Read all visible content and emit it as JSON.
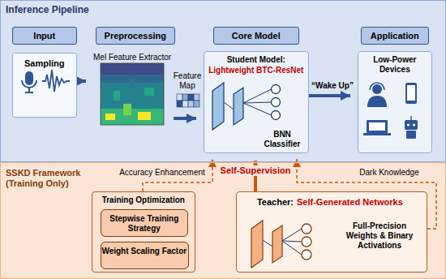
{
  "diagram": {
    "nodes": [
      {
        "text": [
          "Inference Pipeline"
        ]
      },
      {
        "text": [
          "Input"
        ],
        "in": 0
      },
      {
        "text": [
          "Preprocessing"
        ],
        "in": 0
      },
      {
        "text": [
          "Core Model"
        ],
        "in": 0
      },
      {
        "text": [
          "Application"
        ],
        "in": 0
      },
      {
        "text": [
          "Sampling"
        ],
        "in": 0
      },
      {
        "text": [
          "Mel Feature Extractor"
        ],
        "in": 0
      },
      {
        "text": [
          "Student Model:",
          "Lightweight BTC-ResNet",
          "BNN Classifier"
        ],
        "in": 0
      },
      {
        "text": [
          "Low-Power Devices"
        ],
        "in": 0
      },
      {
        "text": [
          "SSKD Framework (Training Only)"
        ]
      },
      {
        "text": [
          "Training Optimization"
        ],
        "in": 9
      },
      {
        "text": [
          "Stepwise Training Strategy"
        ],
        "in": 10
      },
      {
        "text": [
          "Weight Scaling Factor"
        ],
        "in": 10
      },
      {
        "text": [
          "Teacher:",
          "Self-Generated Networks",
          "Full-Precision Weights & Binary Activations"
        ],
        "in": 9
      }
    ],
    "edges": [
      {
        "from": 5,
        "to": 6,
        "arrow": "to"
      },
      {
        "from": 6,
        "to": 7,
        "label": "Feature Map",
        "arrow": "to"
      },
      {
        "from": 7,
        "to": 8,
        "label": "“Wake Up”",
        "arrow": "to"
      },
      {
        "from": 10,
        "to": 7,
        "label": "Accuracy Enhancement",
        "arrow": "to"
      },
      {
        "from": 13,
        "to": 7,
        "label": "Self-Supervision",
        "arrow": "to"
      },
      {
        "from": 13,
        "to": 7,
        "label": "Dark Knowledge",
        "arrow": "to"
      }
    ]
  }
}
